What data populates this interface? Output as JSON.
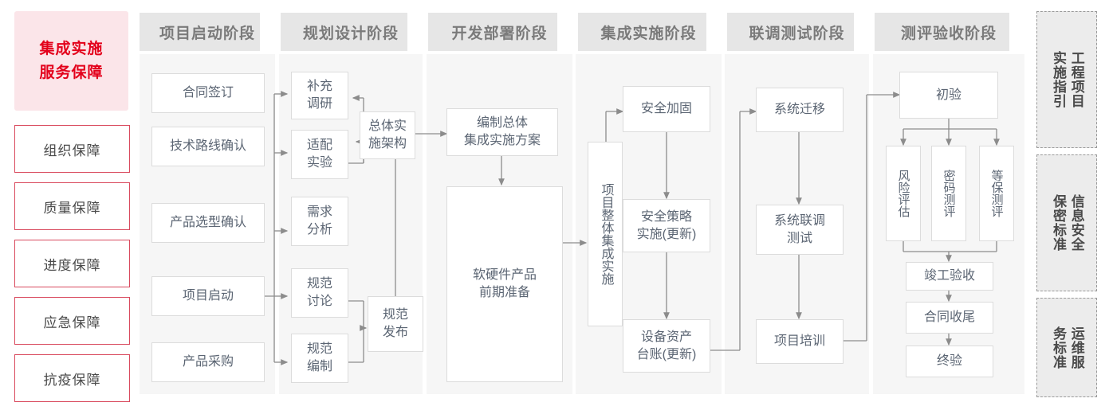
{
  "sidebar": {
    "main_title": "集成实施\n服务保障",
    "items": [
      {
        "label": "组织保障"
      },
      {
        "label": "质量保障"
      },
      {
        "label": "进度保障"
      },
      {
        "label": "应急保障"
      },
      {
        "label": "抗疫保障"
      }
    ]
  },
  "phases": [
    {
      "title": "项目启动阶段"
    },
    {
      "title": "规划设计阶段"
    },
    {
      "title": "开发部署阶段"
    },
    {
      "title": "集成实施阶段"
    },
    {
      "title": "联调测试阶段"
    },
    {
      "title": "测评验收阶段"
    }
  ],
  "nodes": {
    "p1": [
      {
        "label": "合同签订"
      },
      {
        "label": "技术路线确认"
      },
      {
        "label": "产品选型确认"
      },
      {
        "label": "项目启动"
      },
      {
        "label": "产品采购"
      }
    ],
    "p2": [
      {
        "label": "补充\n调研"
      },
      {
        "label": "适配\n实验"
      },
      {
        "label": "需求\n分析"
      },
      {
        "label": "规范\n讨论"
      },
      {
        "label": "规范\n编制"
      },
      {
        "label": "总体实\n施架构"
      },
      {
        "label": "规范\n发布"
      }
    ],
    "p3": [
      {
        "label": "编制总体\n集成实施方案"
      },
      {
        "label": "软硬件产品\n前期准备"
      }
    ],
    "p4": [
      {
        "label": "项目整体集成实施"
      },
      {
        "label": "安全加固"
      },
      {
        "label": "安全策略\n实施(更新)"
      },
      {
        "label": "设备资产\n台账(更新)"
      }
    ],
    "p5": [
      {
        "label": "系统迁移"
      },
      {
        "label": "系统联调\n测试"
      },
      {
        "label": "项目培训"
      }
    ],
    "p6": [
      {
        "label": "初验"
      },
      {
        "label": "风险评估"
      },
      {
        "label": "密码测评"
      },
      {
        "label": "等保测评"
      },
      {
        "label": "竣工验收"
      },
      {
        "label": "合同收尾"
      },
      {
        "label": "终验"
      }
    ]
  },
  "rail": [
    {
      "label": "工程项目实施指引",
      "col_right": "程目施引",
      "col_left": "工项实指"
    },
    {
      "label": "信息安全保密标准",
      "col_right": "息全密准",
      "col_left": "信安保标"
    },
    {
      "label": "运维服务标准",
      "col_right": "维务准",
      "col_left": "运服标"
    }
  ],
  "colors": {
    "brand_red": "#e3001b",
    "brand_red_soft": "#fbe5e9",
    "border_red": "#d94a5e",
    "header_gray": "#e6e6e6",
    "panel_gray": "#f6f6f6",
    "node_border": "#dcdcdc",
    "text_gray": "#5b6573",
    "wire_gray": "#8c8c8c"
  }
}
